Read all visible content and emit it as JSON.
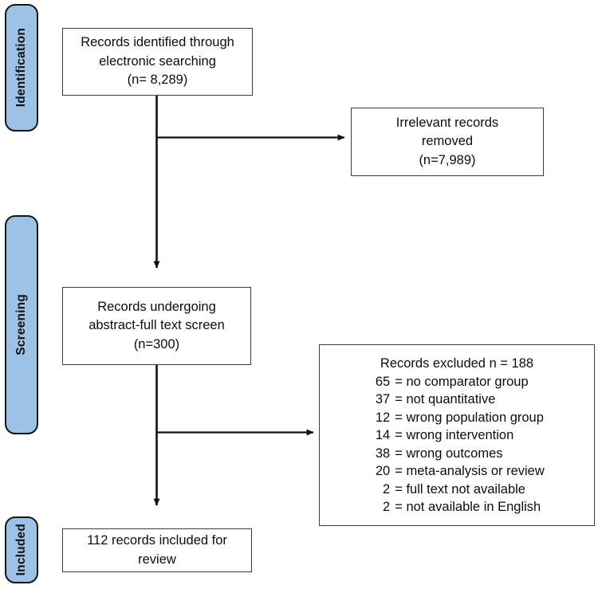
{
  "stages": [
    {
      "label": "Identification"
    },
    {
      "label": "Screening"
    },
    {
      "label": "Included"
    }
  ],
  "boxes": {
    "identified": "Records identified through\nelectronic searching\n(n= 8,289)",
    "removed": "Irrelevant records\nremoved\n(n=7,989)",
    "screened": "Records undergoing\nabstract-full text screen\n(n=300)",
    "included": "112 records included for\nreview"
  },
  "excluded": {
    "heading": "Records excluded n = 188",
    "items": [
      {
        "n": "65",
        "reason": "= no comparator group"
      },
      {
        "n": "37",
        "reason": "= not quantitative"
      },
      {
        "n": "12",
        "reason": "= wrong population group"
      },
      {
        "n": "14",
        "reason": "= wrong intervention"
      },
      {
        "n": "38",
        "reason": "= wrong outcomes"
      },
      {
        "n": "20",
        "reason": "= meta-analysis or review"
      },
      {
        "n": "2",
        "reason": "= full text not available"
      },
      {
        "n": "2",
        "reason": "= not available in English"
      }
    ]
  },
  "colors": {
    "stage_fill": "#9cc3e5",
    "stage_border": "#161616",
    "box_border": "#3c3c3c",
    "connector": "#111111",
    "background": "#ffffff"
  }
}
